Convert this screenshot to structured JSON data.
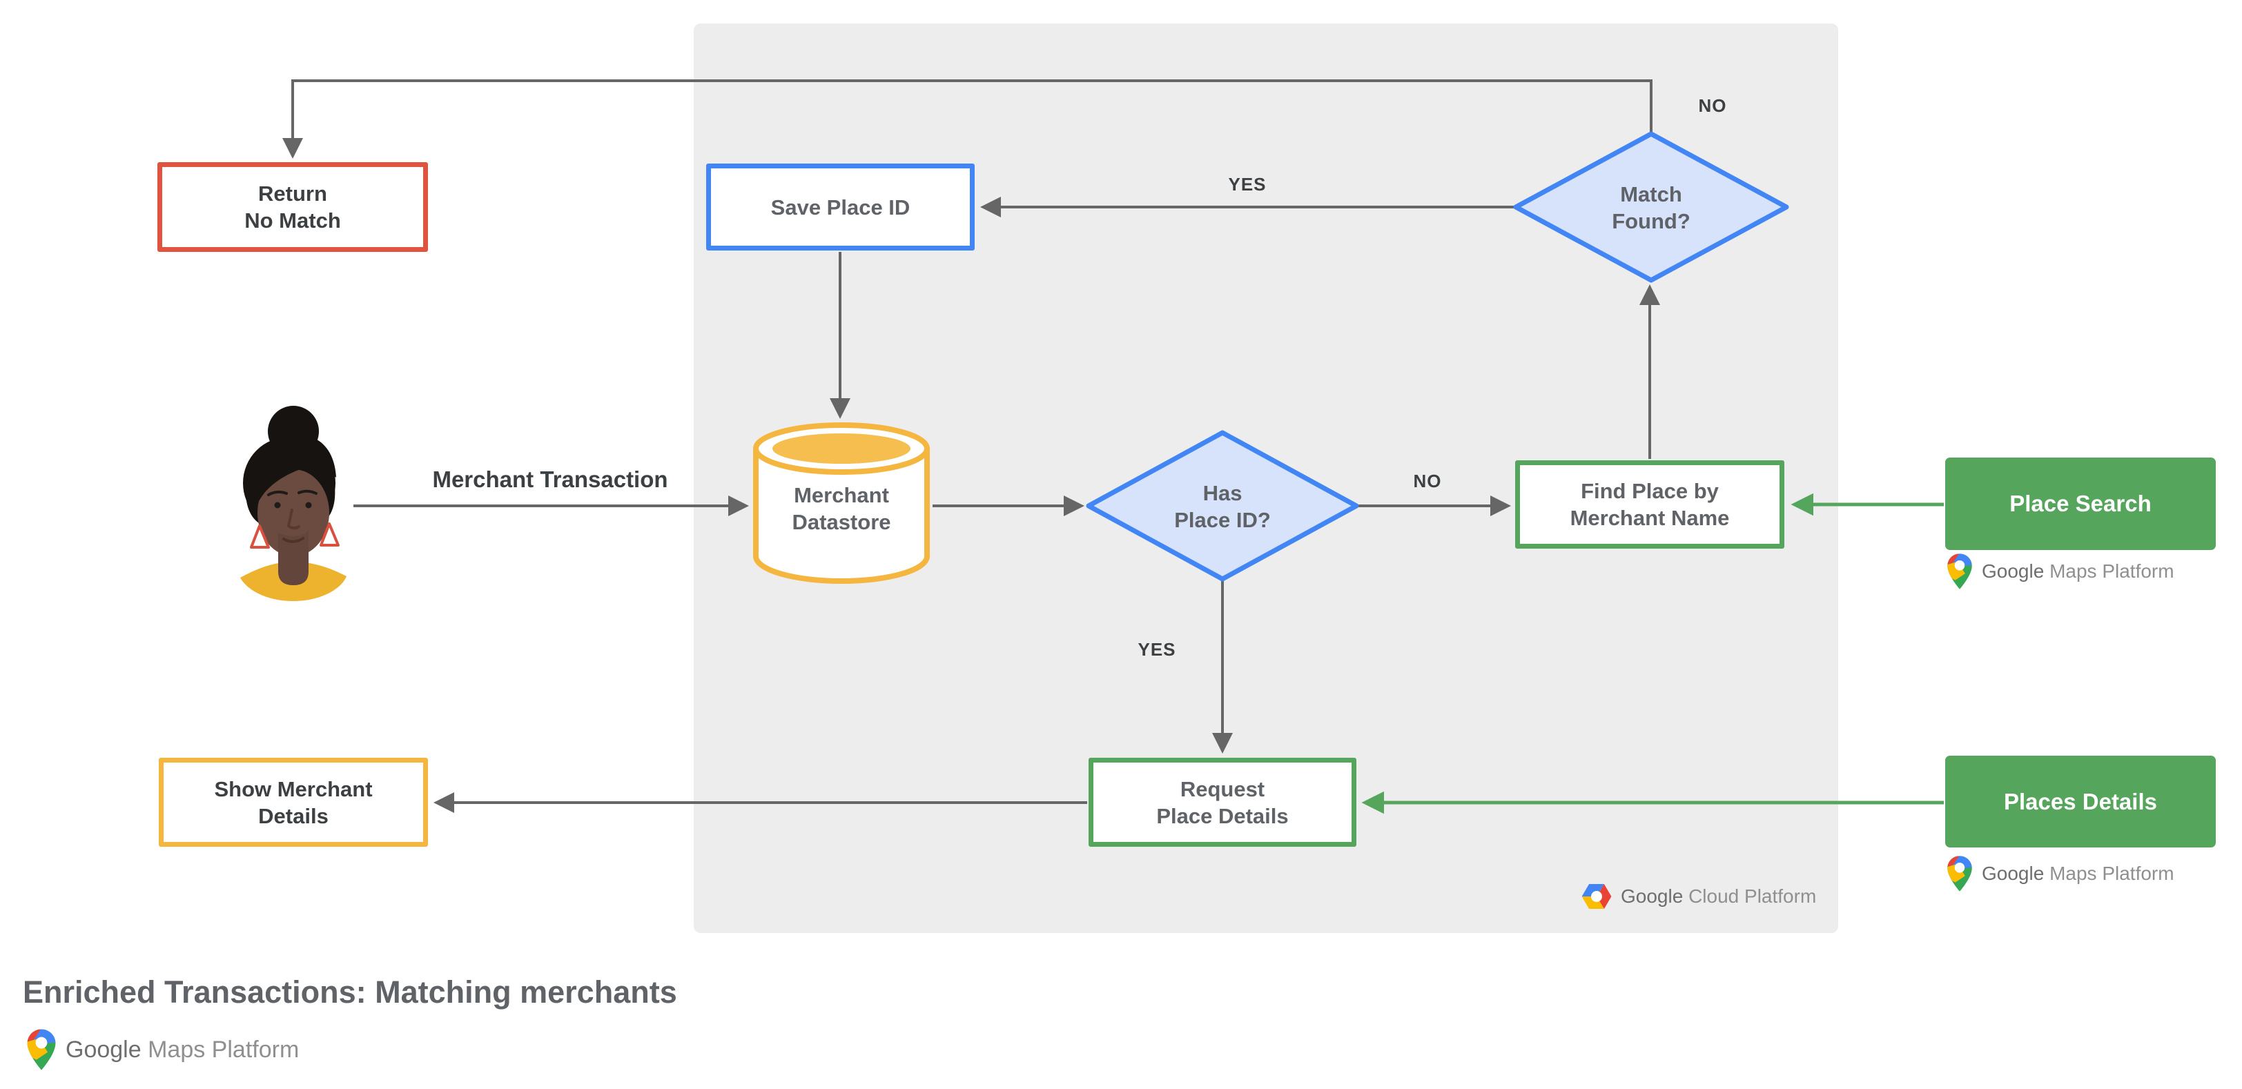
{
  "title": "Enriched Transactions: Matching merchants",
  "colors": {
    "red_border": "#E0533F",
    "blue_border": "#4285F4",
    "diamond_fill": "#D7E3FA",
    "yellow": "#F5B63F",
    "green": "#56A55C",
    "panel_gray": "#EDEDED",
    "wire_gray": "#666666",
    "text_dark": "#3C4043",
    "text_gray": "#5F6368"
  },
  "nodes": {
    "return_no_match": {
      "line1": "Return",
      "line2": "No Match"
    },
    "save_place_id": {
      "label": "Save Place ID"
    },
    "match_found": {
      "line1": "Match",
      "line2": "Found?"
    },
    "merchant_datastore": {
      "line1": "Merchant",
      "line2": "Datastore"
    },
    "has_place_id": {
      "line1": "Has",
      "line2": "Place ID?"
    },
    "find_place": {
      "line1": "Find Place by",
      "line2": "Merchant Name"
    },
    "place_search": {
      "label": "Place Search"
    },
    "request_place_details": {
      "line1": "Request",
      "line2": "Place Details"
    },
    "places_details": {
      "label": "Places Details"
    },
    "show_merchant_details": {
      "line1": "Show Merchant",
      "line2": "Details"
    }
  },
  "edges": {
    "merchant_transaction": "Merchant Transaction",
    "match_found_no": "NO",
    "match_found_yes": "YES",
    "has_place_id_no": "NO",
    "has_place_id_yes": "YES"
  },
  "logos": {
    "maps_google": "Google",
    "maps_rest": " Maps Platform",
    "cloud_google": "Google",
    "cloud_rest": " Cloud Platform"
  }
}
